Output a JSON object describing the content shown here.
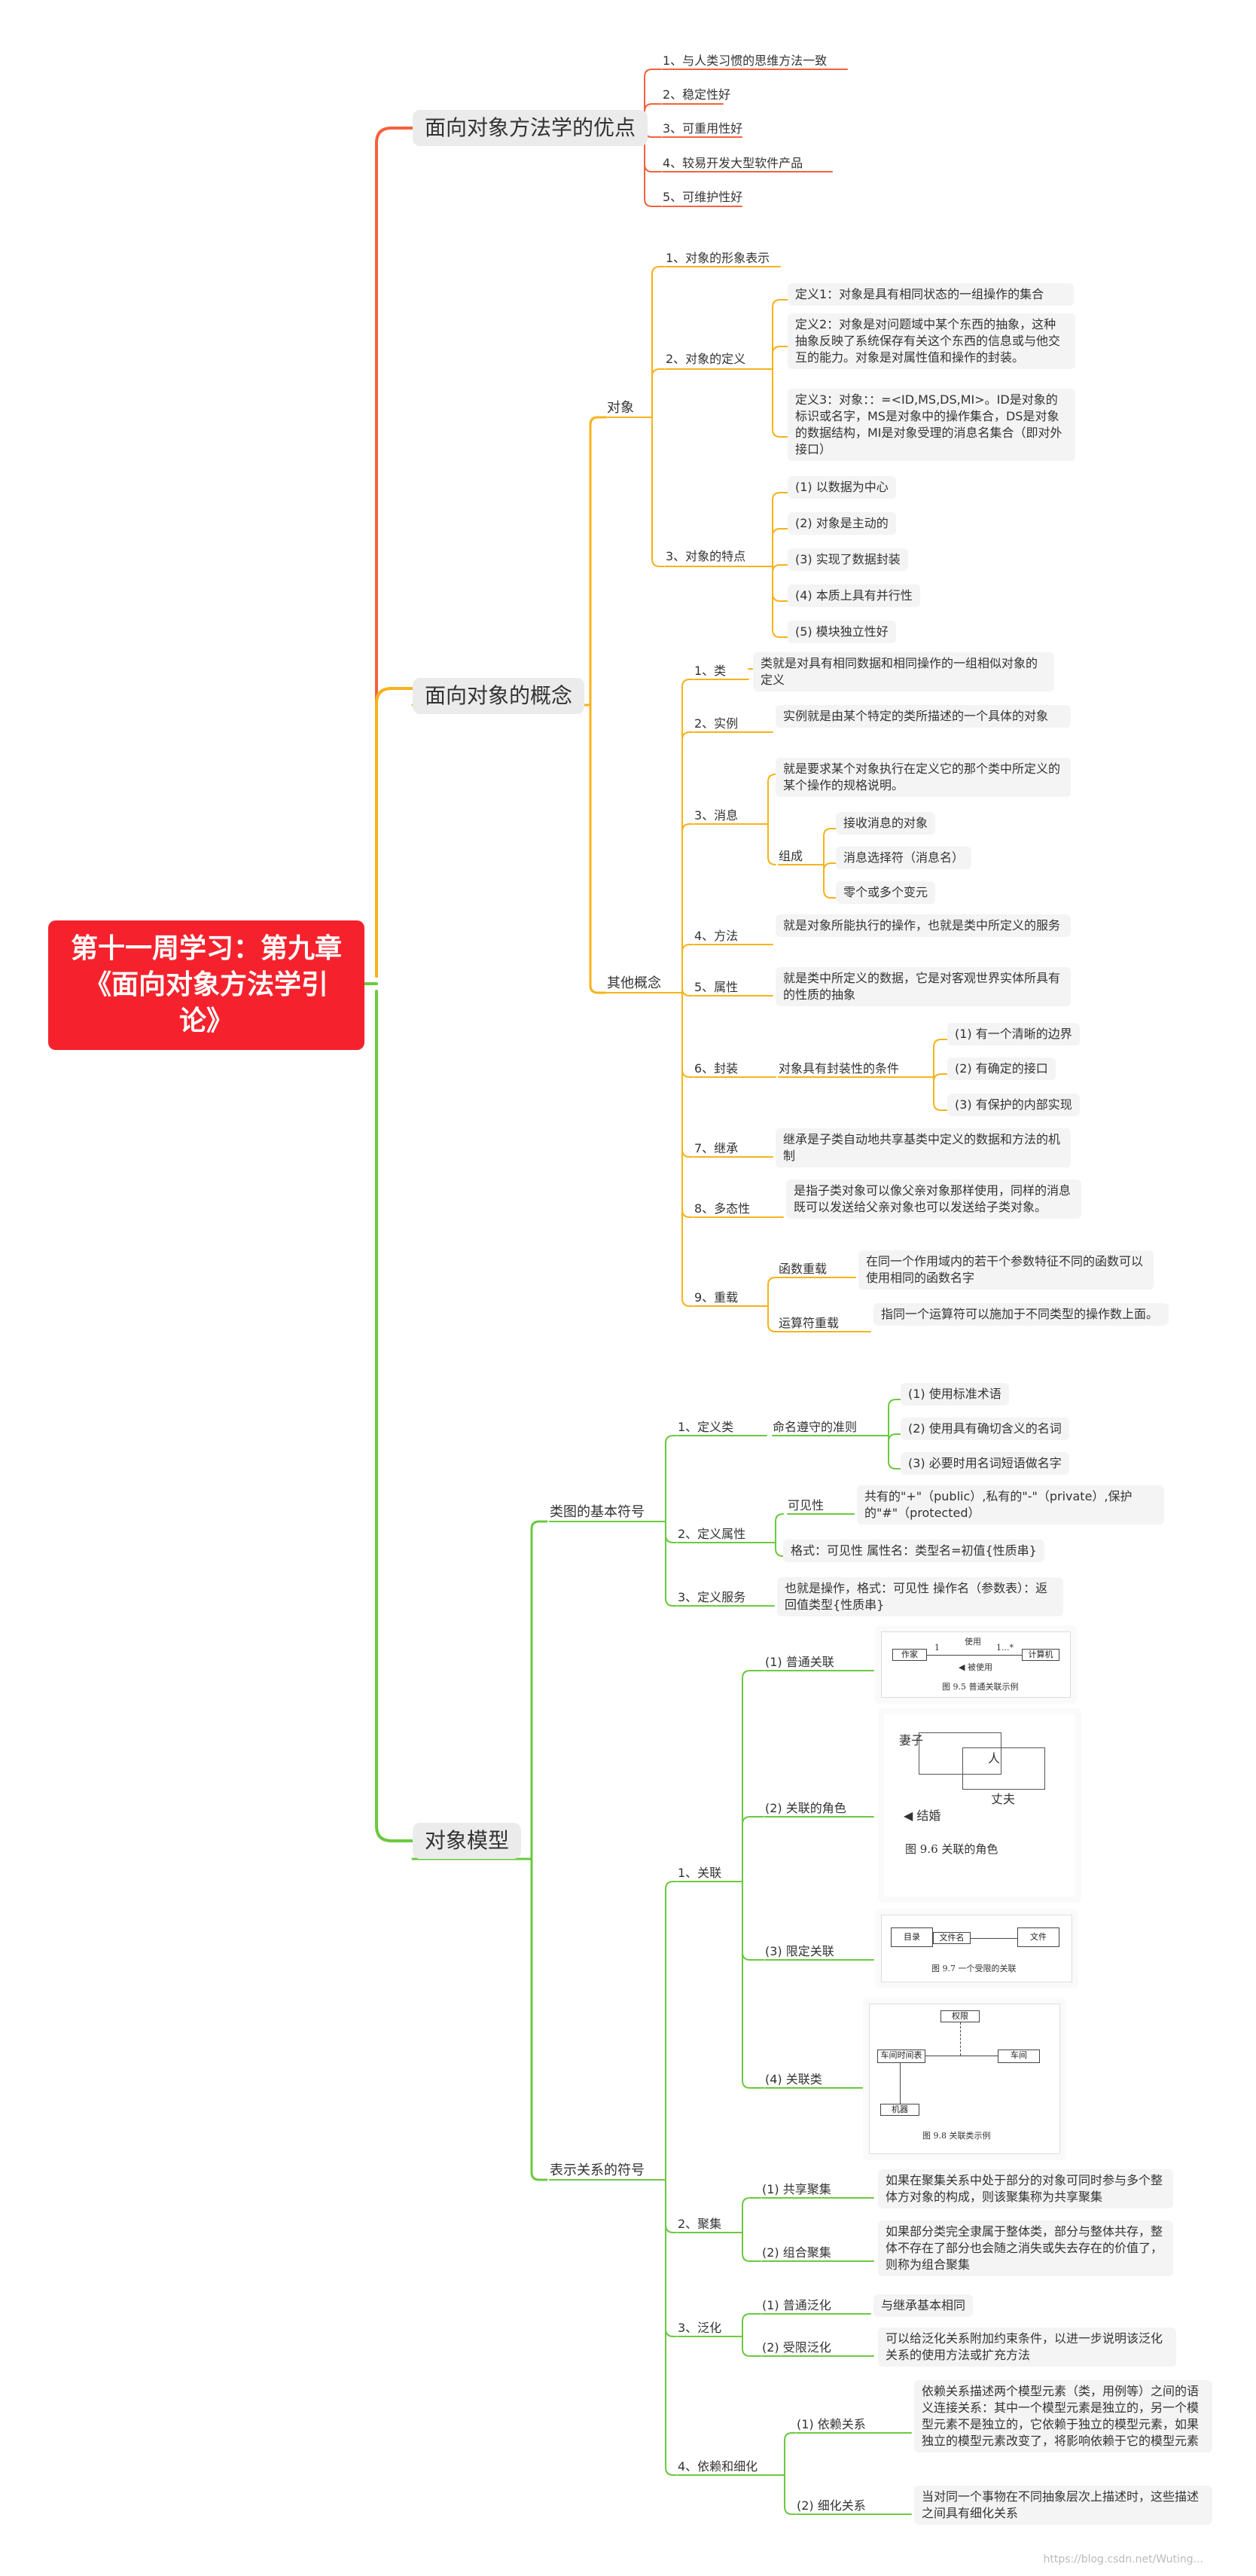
{
  "root": {
    "title": "第十一周学习：第九章《面向对象方法学引论》"
  },
  "colors": {
    "root": "#f5222d",
    "branch1": "#f5613d",
    "branch2": "#f7b21b",
    "branch3": "#6bc93f"
  },
  "b1": {
    "title": "面向对象方法学的优点",
    "items": [
      "1、与人类习惯的思维方法一致",
      "2、稳定性好",
      "3、可重用性好",
      "4、较易开发大型软件产品",
      "5、可维护性好"
    ]
  },
  "b2": {
    "title": "面向对象的概念",
    "obj": {
      "label": "对象",
      "s1": "1、对象的形象表示",
      "s2": "2、对象的定义",
      "def1": "定义1：对象是具有相同状态的一组操作的集合",
      "def2": "定义2：对象是对问题域中某个东西的抽象，这种抽象反映了系统保存有关这个东西的信息或与他交互的能力。对象是对属性值和操作的封装。",
      "def3": "定义3：对象：：=<ID,MS,DS,MI>。ID是对象的标识或名字，MS是对象中的操作集合，DS是对象的数据结构，MI是对象受理的消息名集合（即对外接口）",
      "s3": "3、对象的特点",
      "feats": [
        "(1) 以数据为中心",
        "(2) 对象是主动的",
        "(3) 实现了数据封装",
        "(4) 本质上具有并行性",
        "(5) 模块独立性好"
      ]
    },
    "other": {
      "label": "其他概念",
      "c1": "1、类",
      "c1d": "类就是对具有相同数据和相同操作的一组相似对象的定义",
      "c2": "2、实例",
      "c2d": "实例就是由某个特定的类所描述的一个具体的对象",
      "c3": "3、消息",
      "c3d": "就是要求某个对象执行在定义它的那个类中所定义的某个操作的规格说明。",
      "c3g": "组成",
      "c3items": [
        "接收消息的对象",
        "消息选择符（消息名）",
        "零个或多个变元"
      ],
      "c4": "4、方法",
      "c4d": "就是对象所能执行的操作，也就是类中所定义的服务",
      "c5": "5、属性",
      "c5d": "就是类中所定义的数据，它是对客观世界实体所具有的性质的抽象",
      "c6": "6、封装",
      "c6d": "对象具有封装性的条件",
      "c6items": [
        "(1) 有一个清晰的边界",
        "(2) 有确定的接口",
        "(3) 有保护的内部实现"
      ],
      "c7": "7、继承",
      "c7d": "继承是子类自动地共享基类中定义的数据和方法的机制",
      "c8": "8、多态性",
      "c8d": "是指子类对象可以像父亲对象那样使用，同样的消息既可以发送给父亲对象也可以发送给子类对象。",
      "c9": "9、重载",
      "c9a": "函数重载",
      "c9ad": "在同一个作用域内的若干个参数特征不同的函数可以使用相同的函数名字",
      "c9b": "运算符重载",
      "c9bd": "指同一个运算符可以施加于不同类型的操作数上面。"
    }
  },
  "b3": {
    "title": "对象模型",
    "basic": {
      "label": "类图的基本符号",
      "d1": "1、定义类",
      "d1a": "命名遵守的准则",
      "d1items": [
        "(1) 使用标准术语",
        "(2) 使用具有确切含义的名词",
        "(3) 必要时用名词短语做名字"
      ],
      "d2": "2、定义属性",
      "d2a": "可见性",
      "d2ad": "共有的\"+\"（public）,私有的\"-\"（private）,保护的\"#\"（protected）",
      "d2b": "格式：可见性  属性名：类型名=初值{性质串}",
      "d3": "3、定义服务",
      "d3d": "也就是操作，格式：可见性  操作名（参数表）：返回值类型{性质串}"
    },
    "rel": {
      "label": "表示关系的符号",
      "r1": "1、关联",
      "a1": "(1) 普通关联",
      "a2": "(2) 关联的角色",
      "a3": "(3) 限定关联",
      "a4": "(4) 关联类",
      "fig1": {
        "left": "作家",
        "right": "计算机",
        "top": "使用",
        "arrow": "◀ 被使用",
        "m1": "1",
        "m2": "1...*",
        "cap": "图 9.5  普通关联示例"
      },
      "fig2": {
        "wife": "妻子",
        "person": "人",
        "husband": "丈夫",
        "marry": "◀ 结婚",
        "cap": "图 9.6   关联的角色"
      },
      "fig3": {
        "left": "目录",
        "mid": "文件名",
        "right": "文件",
        "cap": "图 9.7  一个受限的关联"
      },
      "fig4": {
        "top": "权限",
        "left": "车间时间表",
        "right": "车间",
        "bottom": "机器",
        "cap": "图 9.8  关联类示例"
      },
      "r2": "2、聚集",
      "g1": "(1) 共享聚集",
      "g1d": "如果在聚集关系中处于部分的对象可同时参与多个整体方对象的构成，则该聚集称为共享聚集",
      "g2": "(2) 组合聚集",
      "g2d": "如果部分类完全隶属于整体类，部分与整体共存，整体不存在了部分也会随之消失或失去存在的价值了，则称为组合聚集",
      "r3": "3、泛化",
      "h1": "(1) 普通泛化",
      "h1d": "与继承基本相同",
      "h2": "(2) 受限泛化",
      "h2d": "可以给泛化关系附加约束条件，以进一步说明该泛化关系的使用方法或扩充方法",
      "r4": "4、依赖和细化",
      "e1": "(1) 依赖关系",
      "e1d": "依赖关系描述两个模型元素（类，用例等）之间的语义连接关系：其中一个模型元素是独立的，另一个模型元素不是独立的，它依赖于独立的模型元素，如果独立的模型元素改变了，将影响依赖于它的模型元素",
      "e2": "(2) 细化关系",
      "e2d": "当对同一个事物在不同抽象层次上描述时，这些描述之间具有细化关系"
    }
  },
  "watermark": "https://blog.csdn.net/Wuting..."
}
